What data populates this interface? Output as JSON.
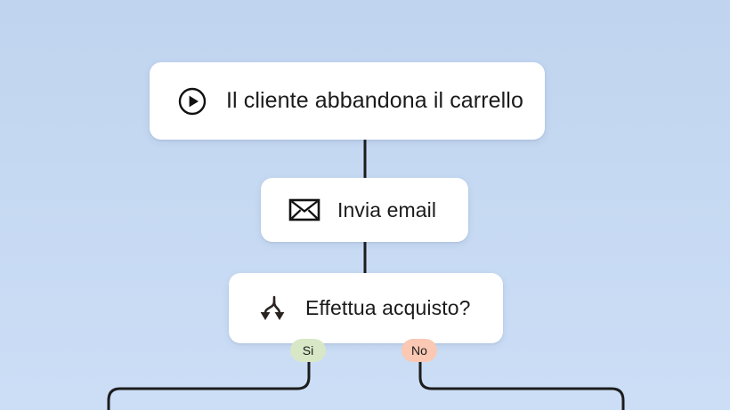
{
  "canvas": {
    "background_top": "#c0d4ef",
    "background_bottom": "#ccdef6",
    "edge_color": "#1d1d1d"
  },
  "nodes": [
    {
      "id": "trigger",
      "icon": "play-circle-icon",
      "label": "Il cliente abbandona il carrello"
    },
    {
      "id": "email",
      "icon": "envelope-icon",
      "label": "Invia email"
    },
    {
      "id": "condition",
      "icon": "branch-split-icon",
      "label": "Effettua acquisto?"
    }
  ],
  "badges": [
    {
      "id": "yes",
      "label": "Si",
      "color": "#d8e8c6"
    },
    {
      "id": "no",
      "label": "No",
      "color": "#fac8b3"
    }
  ]
}
